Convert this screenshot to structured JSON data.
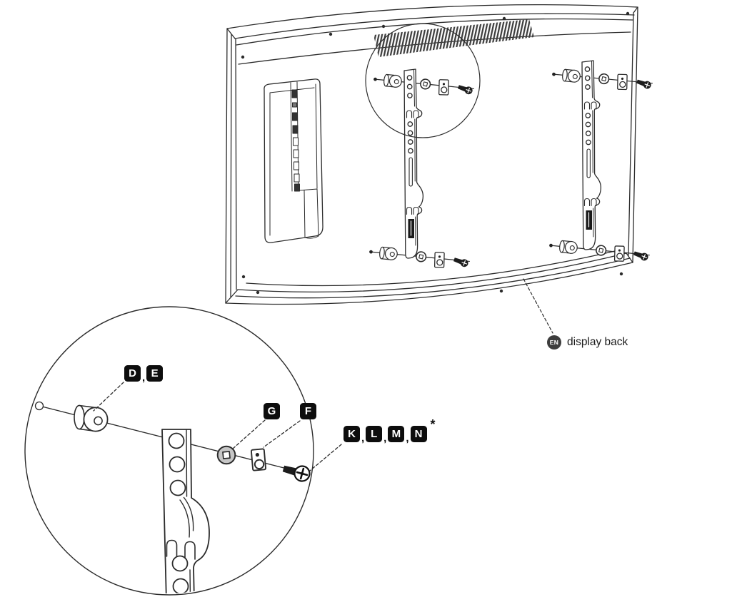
{
  "figure": {
    "type": "tv-wall-mount-installation-diagram",
    "caption": {
      "language_badge": "EN",
      "text": "display back"
    },
    "callout_labels": {
      "spacer_washer": {
        "letters": [
          "D",
          "E"
        ],
        "separator": ","
      },
      "washer": "G",
      "clip_plate": "F",
      "screws": {
        "letters": [
          "K",
          "L",
          "M",
          "N"
        ],
        "separator": ",",
        "note_mark": "*"
      }
    },
    "colors": {
      "line": "#2b2b2b",
      "label_background": "#0d0d0d",
      "label_text": "#ffffff",
      "washer_fill": "#c6c6c6",
      "badge_background": "#3d3d3d"
    }
  }
}
